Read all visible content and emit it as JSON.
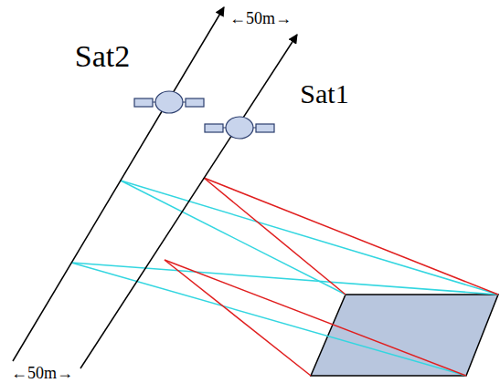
{
  "diagram": {
    "labels": [
      "Sat2",
      "Sat1",
      "←50m→",
      "←50m→"
    ]
  }
}
